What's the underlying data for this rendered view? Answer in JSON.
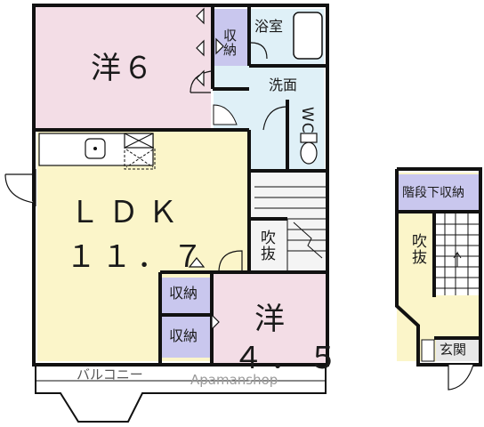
{
  "rooms": {
    "western_6": "洋６",
    "storage_top": "収納",
    "bathroom": "浴室",
    "washroom": "洗面",
    "toilet": "WC",
    "ldk_line1": "ＬＤＫ",
    "ldk_line2": "１１．７",
    "fukinuke_main": "吹抜",
    "storage_mid": "収納",
    "storage_low": "収納",
    "western_45_line1": "洋",
    "western_45_line2": "４．５",
    "balcony": "バルコニー",
    "under_stairs_storage": "階段下収納",
    "fukinuke_side": "吹抜",
    "entrance": "玄関"
  },
  "watermark": "Apamanshop",
  "colors": {
    "wall": "#111111",
    "western_room": "#f3dde6",
    "ldk_floor": "#fbf5c9",
    "storage": "#c9c7ee",
    "wet_area": "#dff0f7",
    "corridor": "#f4f4f4"
  }
}
